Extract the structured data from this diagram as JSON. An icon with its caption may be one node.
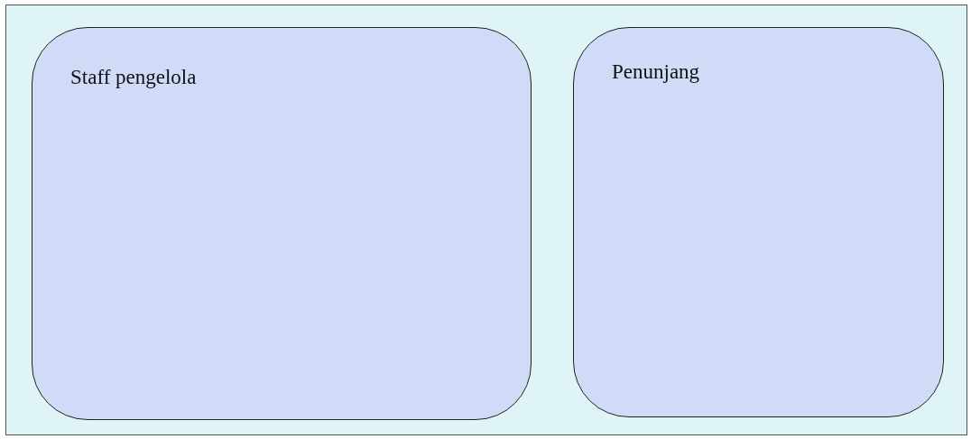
{
  "diagram": {
    "nodes": [
      {
        "text": [],
        "shape": "box"
      },
      {
        "text": [
          "Staff pengelola"
        ],
        "in": 0
      },
      {
        "text": [
          "Penunjang"
        ],
        "in": 0
      }
    ]
  }
}
